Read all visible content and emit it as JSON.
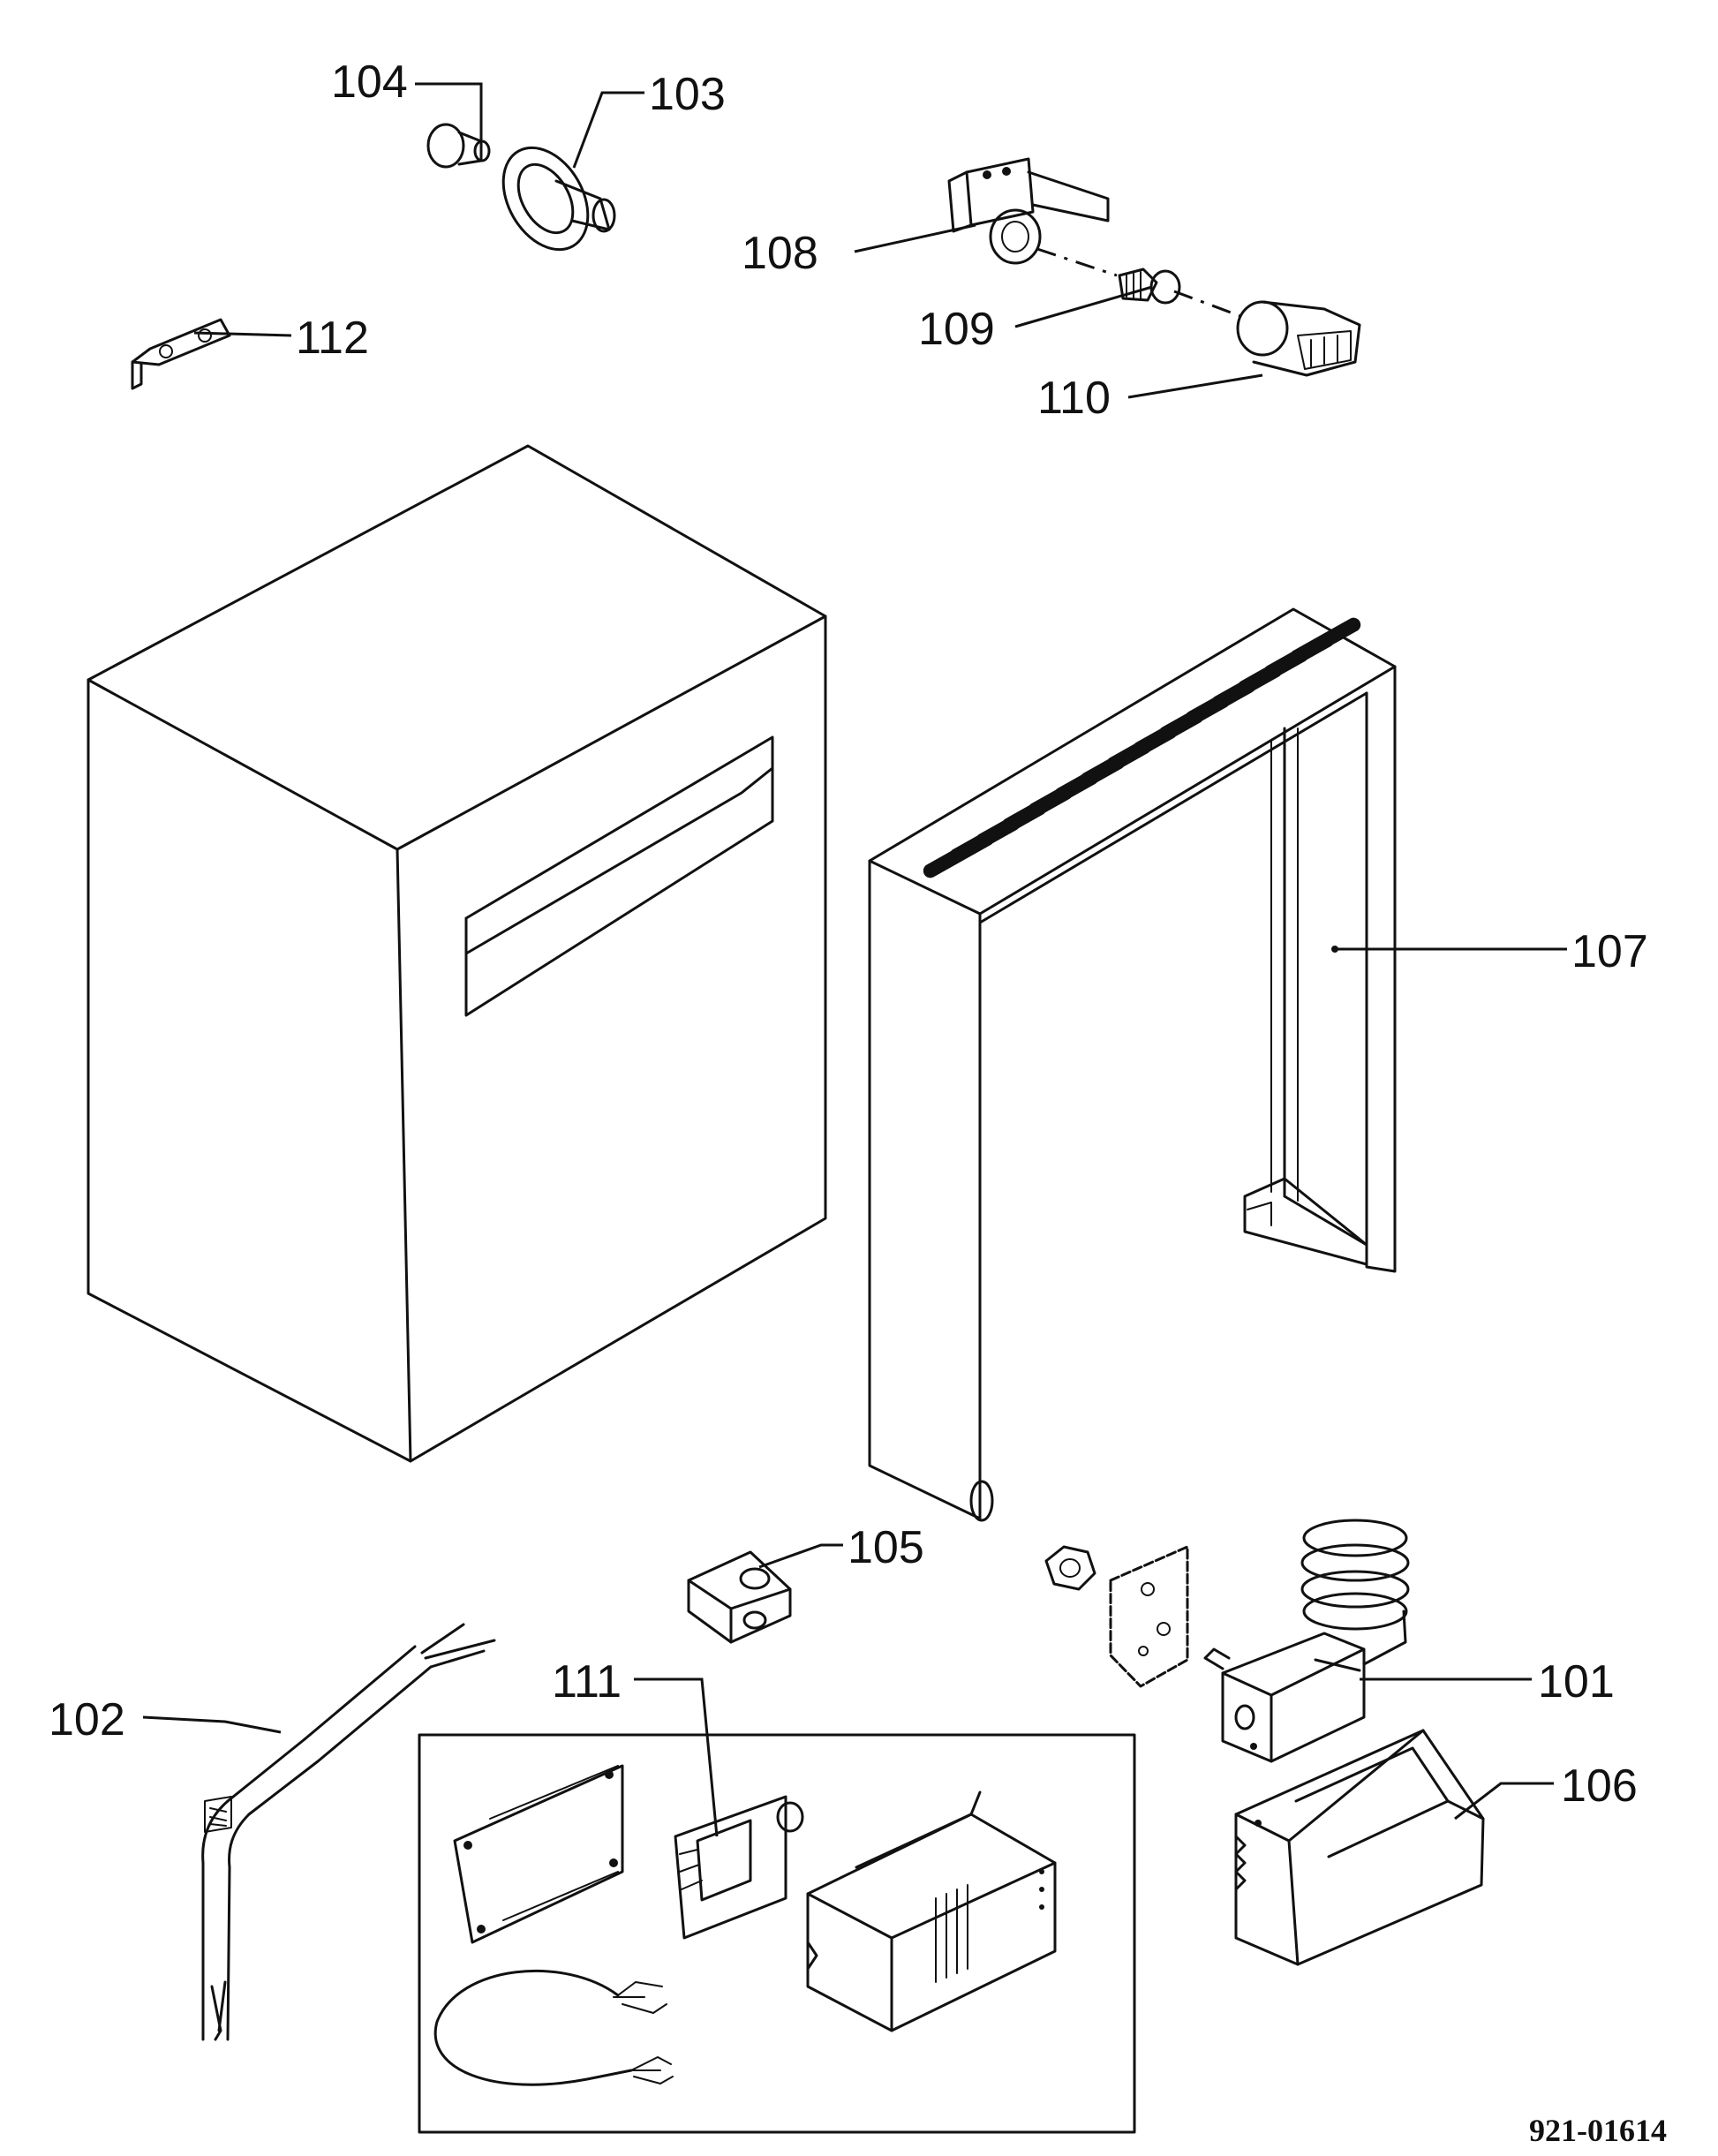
{
  "callouts": {
    "c101": "101",
    "c102": "102",
    "c103": "103",
    "c104": "104",
    "c105": "105",
    "c106": "106",
    "c107": "107",
    "c108": "108",
    "c109": "109",
    "c110": "110",
    "c111": "111",
    "c112": "112"
  },
  "document_ref": "921-01614"
}
